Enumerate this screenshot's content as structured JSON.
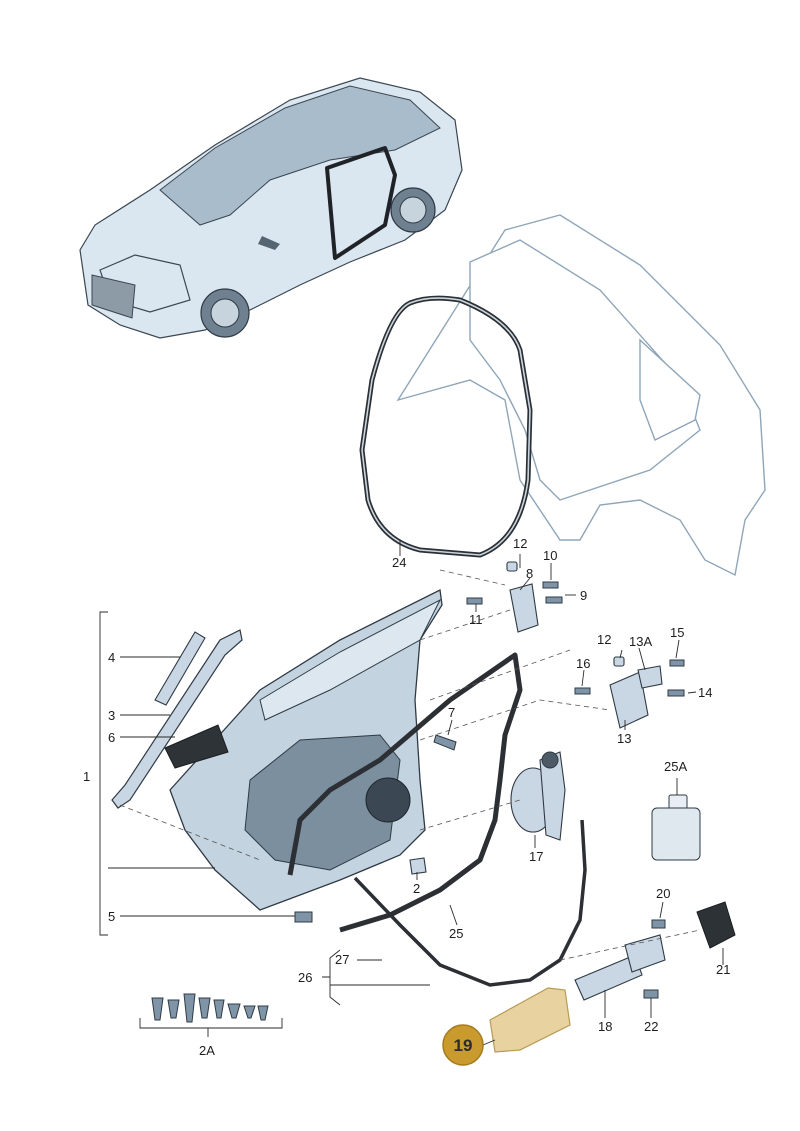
{
  "labels": {
    "l1": "1",
    "l2": "2",
    "l2a": "2A",
    "l3": "3",
    "l4": "4",
    "l5": "5",
    "l6": "6",
    "l7": "7",
    "l8": "8",
    "l9": "9",
    "l10": "10",
    "l11": "11",
    "l12a": "12",
    "l12b": "12",
    "l13": "13",
    "l13a": "13A",
    "l14": "14",
    "l15": "15",
    "l16": "16",
    "l17": "17",
    "l18": "18",
    "l20": "20",
    "l21": "21",
    "l22": "22",
    "l24": "24",
    "l25": "25",
    "l25a": "25A",
    "l26": "26",
    "l27": "27"
  },
  "callout": {
    "number": "19",
    "badge_color": "#c99a2e",
    "part_color": "#e8d2a0"
  }
}
